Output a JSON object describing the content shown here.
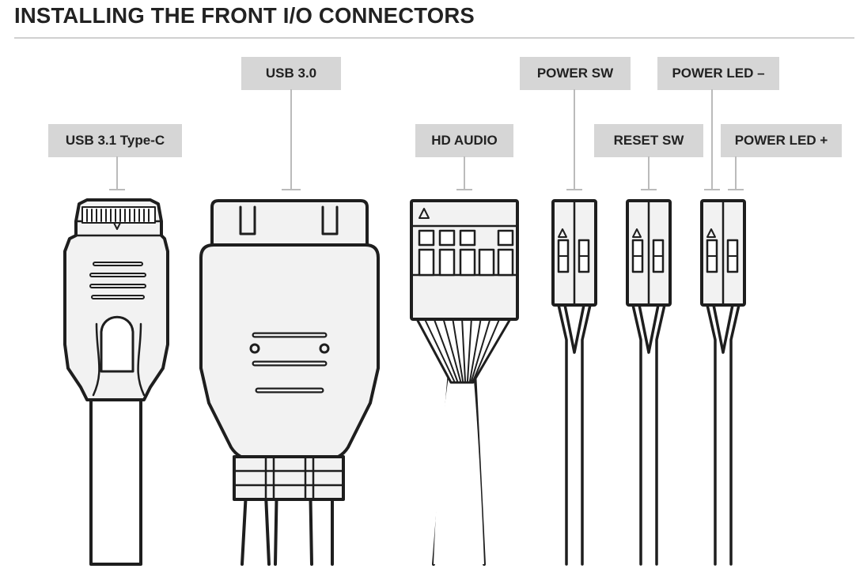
{
  "title": "INSTALLING THE FRONT I/O CONNECTORS",
  "labels": {
    "usb31": "USB 3.1 Type-C",
    "usb30": "USB 3.0",
    "hdaudio": "HD AUDIO",
    "powersw": "POWER SW",
    "resetsw": "RESET SW",
    "powerled_minus": "POWER LED –",
    "powerled_plus": "POWER LED +"
  },
  "colors": {
    "title": "#222222",
    "label_bg": "#d6d6d6",
    "connector_fill": "#f2f2f2",
    "outline": "#1e1e1e",
    "leader": "#bbbbbb"
  }
}
